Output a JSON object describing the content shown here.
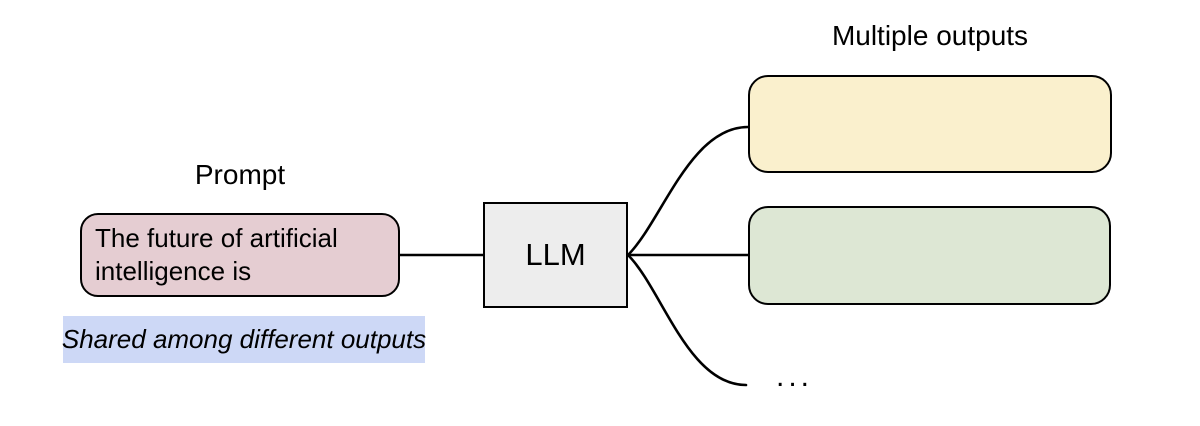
{
  "diagram": {
    "prompt": {
      "title": "Prompt",
      "text": "The future of artificial intelligence is",
      "fill": "#e5cdd2",
      "note_text": "Shared among different outputs",
      "note_fill": "#cdd8f6"
    },
    "llm": {
      "label": "LLM",
      "fill": "#ededed"
    },
    "outputs": {
      "title": "Multiple outputs",
      "box1_fill": "#faf0cd",
      "box2_fill": "#dde7d4",
      "more_label": "..."
    },
    "stroke_color": "#000000",
    "background_color": "#ffffff"
  }
}
